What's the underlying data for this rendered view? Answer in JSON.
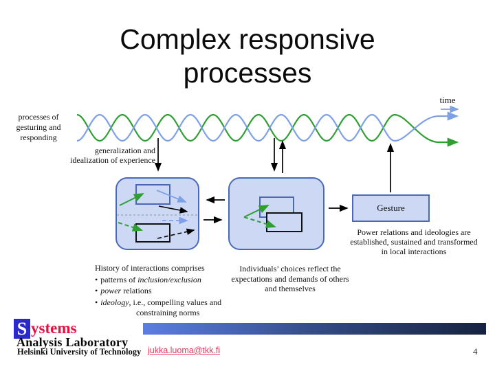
{
  "title": {
    "lines": [
      "Complex responsive",
      "processes"
    ]
  },
  "diagram": {
    "left_label": {
      "lines": [
        "processes of",
        "gesturing and",
        "responding"
      ]
    },
    "time_label": "time",
    "generalization_label": {
      "lines": [
        "generalization and",
        "idealization of experience"
      ]
    },
    "gesture_box_label": "Gesture",
    "power_relations_note": {
      "lines": [
        "Power relations and ideologies are",
        "established, sustained and transformed",
        "in local interactions"
      ]
    },
    "history_note": {
      "heading": "History of interactions comprises",
      "bullet_char": "•",
      "bullets": [
        {
          "prefix": "patterns of ",
          "italic": "inclusion/exclusion",
          "suffix": ""
        },
        {
          "prefix": "",
          "italic": "power",
          "suffix": " relations"
        },
        {
          "prefix": "",
          "italic": "ideology",
          "suffix": ", i.e., compelling values and"
        }
      ],
      "continuation": "constraining norms"
    },
    "individuals_note": {
      "lines": [
        "Individuals’ choices reflect the",
        "expectations and demands of others",
        "and themselves"
      ]
    },
    "colors": {
      "wave_green": "#2f9e33",
      "wave_blue": "#7da0e6",
      "box_fill": "#ccd8f4",
      "box_border": "#4a68b8",
      "arrow_black": "#000000"
    }
  },
  "footer": {
    "logo": {
      "s_letter": "S",
      "systems_rest": "ystems",
      "line2": "Analysis Laboratory",
      "line3": "Helsinki University of Technology"
    },
    "email": "jukka.luoma@tkk.fi",
    "page_number": "4"
  }
}
